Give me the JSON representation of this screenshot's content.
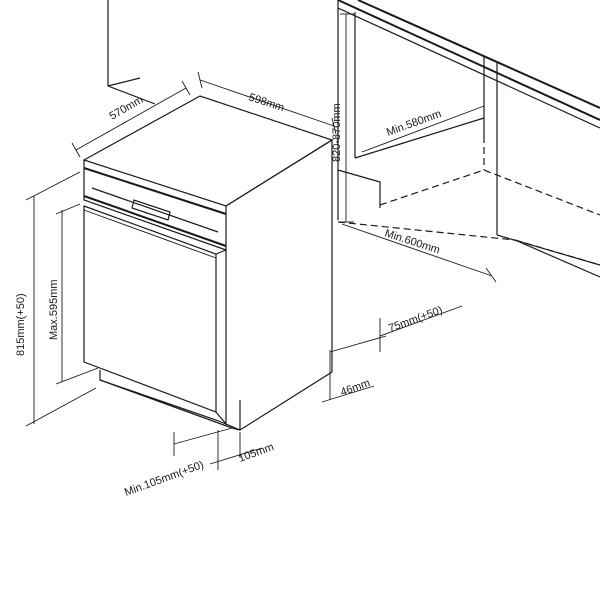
{
  "dimensions": {
    "depth": "570mm",
    "width": "598mm",
    "height_total": "815mm(+50)",
    "front_panel_max": "Max.595mm",
    "niche_height": "820-870mm",
    "niche_depth_min": "Min.580mm",
    "niche_width_min": "Min.600mm",
    "plinth_adjust": "75mm(+50)",
    "plinth_gap": "46mm",
    "plinth_height": "105mm",
    "plinth_height_min": "Min.105mm(+50)"
  }
}
